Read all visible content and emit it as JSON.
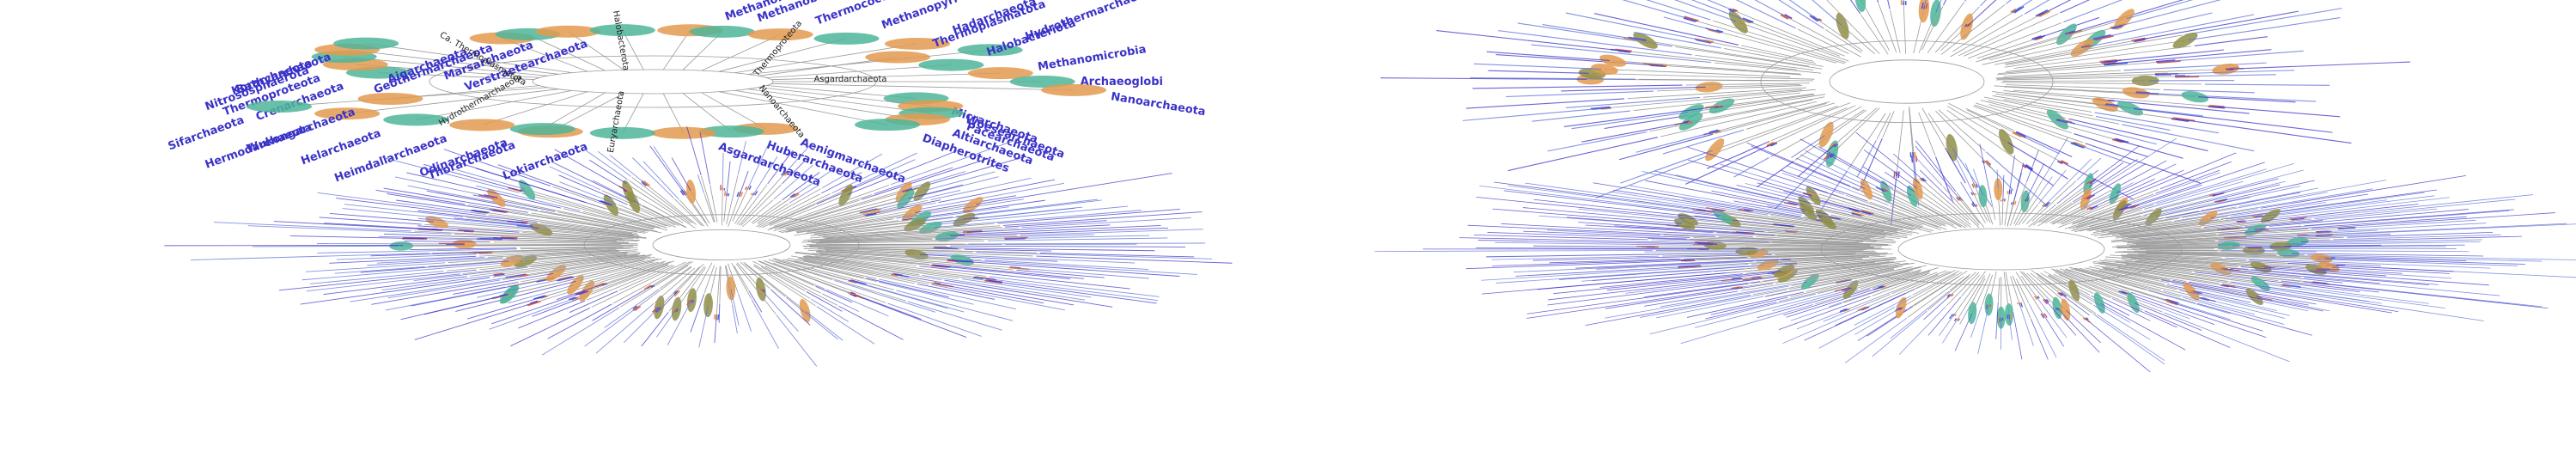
{
  "figure": {
    "title": "",
    "panel_count": 4,
    "colors": {
      "leaf_label": "#3a32c8",
      "leaf_label_alt": "#5b6fd6",
      "highlight_teal": "#4fb59a",
      "highlight_orange": "#e39a4f",
      "highlight_olive": "#8f8f4a",
      "branch": "#9a9a9a",
      "bar_blue": "#3f63d9",
      "bar_red": "#d9534f",
      "bar_orange": "#e9913f",
      "bar_purple": "#6a4fc8",
      "clade_label": "#222222"
    }
  },
  "panels": [
    {
      "id": "A",
      "style": "large-radial",
      "leaf_count": 36,
      "clade_labels": [
        "Ca. Thermoplasmatota",
        "Halobacterota",
        "Thermoproteota",
        "Asgardarchaeota",
        "Nanoarchaeota",
        "Euryarchaeota",
        "Hydrothermarchaeota"
      ],
      "leaf_labels": [
        "Crenarchaeota",
        "Thermoproteota",
        "Nitrososphaerota",
        "Korarchaeota",
        "Bathyarchaeota",
        "Aigarchaeota",
        "Geothermarchaeota",
        "Marsarchaeota",
        "Verstraetearchaeota",
        "Methanomada",
        "Methanobacteriota",
        "Thermococci",
        "Methanopyri",
        "Hadarchaeota",
        "Hydrothermarchaeota",
        "Thermoplasmatota",
        "Halobacteriota",
        "Methanomicrobia",
        "Archaeoglobi",
        "Nanoarchaeota",
        "Micrarchaeota",
        "Woesearchaeota",
        "Pacearchaeota",
        "Altiarchaeota",
        "Diapherotrites",
        "Aenigmarchaeota",
        "Huberarchaeota",
        "Asgardarchaeota",
        "Lokiarchaeota",
        "Thorarchaeota",
        "Odinarchaeota",
        "Heimdallarchaeota",
        "Helarchaeota",
        "Hermodarchaeota",
        "Sifarchaeota",
        "Wukongarchaeota"
      ]
    },
    {
      "id": "B",
      "style": "dense-radial",
      "leaf_count": 120
    },
    {
      "id": "C",
      "style": "dense-radial",
      "leaf_count": 220
    },
    {
      "id": "D",
      "style": "dense-radial",
      "leaf_count": 300
    }
  ]
}
